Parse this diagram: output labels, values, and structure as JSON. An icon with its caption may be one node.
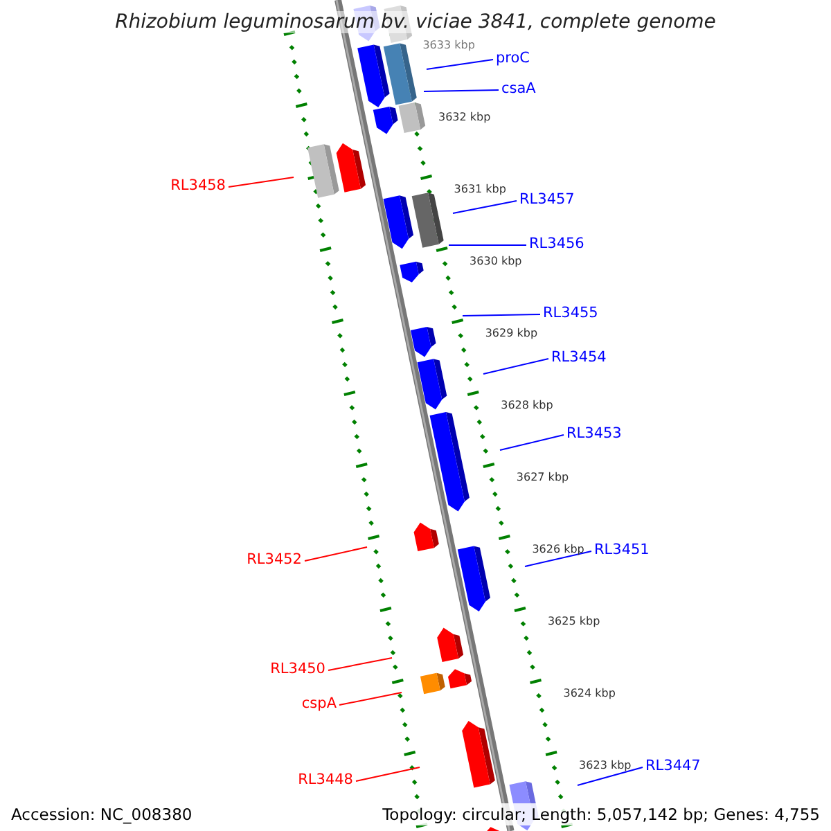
{
  "diagram": {
    "title": "Rhizobium leguminosarum bv. viciae 3841, complete genome",
    "nodes": [
      {
        "text": [
          "proC"
        ]
      },
      {
        "text": [
          "csaA"
        ]
      },
      {
        "text": [
          "RL3458"
        ]
      },
      {
        "text": [
          "RL3457"
        ]
      },
      {
        "text": [
          "RL3456"
        ]
      },
      {
        "text": [
          "RL3455"
        ]
      },
      {
        "text": [
          "RL3454"
        ]
      },
      {
        "text": [
          "RL3453"
        ]
      },
      {
        "text": [
          "RL3452"
        ]
      },
      {
        "text": [
          "RL3451"
        ]
      },
      {
        "text": [
          "RL3450"
        ]
      },
      {
        "text": [
          "cspA"
        ]
      },
      {
        "text": [
          "RL3448"
        ]
      },
      {
        "text": [
          "RL3447"
        ]
      }
    ],
    "edges": [
      {
        "from": 0,
        "to": null,
        "arrow": "none"
      },
      {
        "from": 1,
        "to": null,
        "arrow": "none"
      },
      {
        "from": 2,
        "to": null,
        "arrow": "none",
        "color": "#ff0000"
      },
      {
        "from": 3,
        "to": null,
        "arrow": "none"
      },
      {
        "from": 4,
        "to": null,
        "arrow": "none"
      },
      {
        "from": 5,
        "to": null,
        "arrow": "none"
      },
      {
        "from": 6,
        "to": null,
        "arrow": "none"
      },
      {
        "from": 7,
        "to": null,
        "arrow": "none"
      },
      {
        "from": 8,
        "to": null,
        "arrow": "none",
        "color": "#ff0000"
      },
      {
        "from": 9,
        "to": null,
        "arrow": "none"
      },
      {
        "from": 10,
        "to": null,
        "arrow": "none",
        "color": "#ff0000"
      },
      {
        "from": 11,
        "to": null,
        "arrow": "none",
        "color": "#ff0000"
      },
      {
        "from": 12,
        "to": null,
        "arrow": "none",
        "color": "#ff0000"
      },
      {
        "from": 13,
        "to": null,
        "arrow": "none"
      }
    ],
    "labels": [
      "3633 kbp",
      "3632 kbp",
      "3631 kbp",
      "3630 kbp",
      "3629 kbp",
      "3628 kbp",
      "3627 kbp",
      "3626 kbp",
      "3625 kbp",
      "3624 kbp",
      "3623 kbp",
      "Accession: NC_008380",
      "Topology: circular; Length: 5,057,142 bp; Genes: 4,755"
    ]
  }
}
